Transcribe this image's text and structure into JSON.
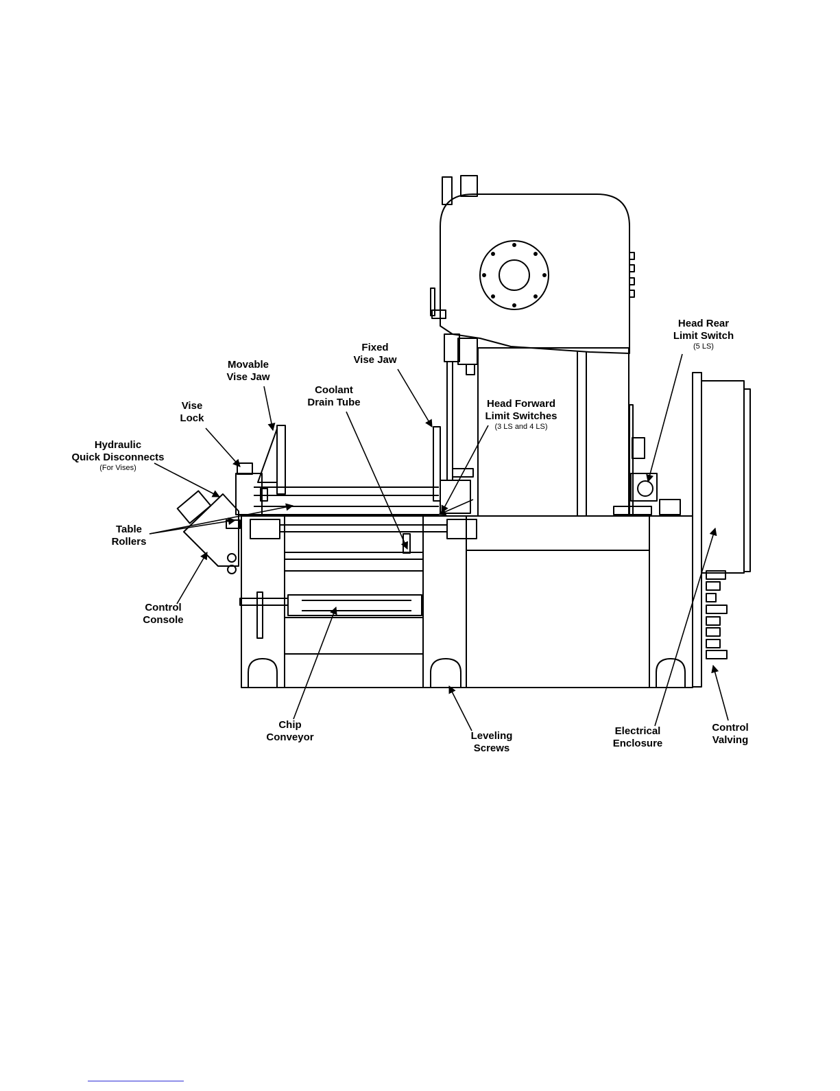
{
  "labels": {
    "movable_vise_jaw": [
      "Movable",
      "Vise Jaw"
    ],
    "vise_lock": [
      "Vise",
      "Lock"
    ],
    "hydraulic_quick_disconnects": [
      "Hydraulic",
      "Quick Disconnects"
    ],
    "hydraulic_quick_disconnects_note": "(For Vises)",
    "table_rollers": [
      "Table",
      "Rollers"
    ],
    "control_console": [
      "Control",
      "Console"
    ],
    "coolant_drain_tube": [
      "Coolant",
      "Drain Tube"
    ],
    "fixed_vise_jaw": [
      "Fixed",
      "Vise Jaw"
    ],
    "head_forward_limit_switches": [
      "Head Forward",
      "Limit Switches"
    ],
    "head_forward_limit_switches_note": "(3 LS and 4 LS)",
    "head_rear_limit_switch": [
      "Head Rear",
      "Limit Switch"
    ],
    "head_rear_limit_switch_note": "(5 LS)",
    "chip_conveyor": [
      "Chip",
      "Conveyor"
    ],
    "leveling_screws": [
      "Leveling",
      "Screws"
    ],
    "electrical_enclosure": [
      "Electrical",
      "Enclosure"
    ],
    "control_valving": [
      "Control",
      "Valving"
    ]
  },
  "colors": {
    "line": "#000000",
    "background": "#ffffff",
    "footer_link": "#2b2bd6"
  }
}
